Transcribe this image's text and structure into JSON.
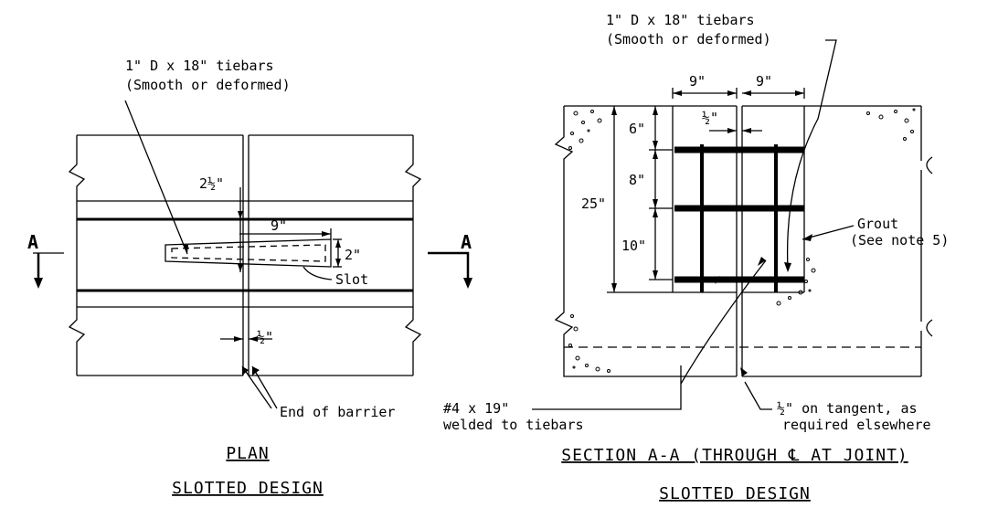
{
  "plan": {
    "callout_tiebars_line1": "1\" D x 18\" tiebars",
    "callout_tiebars_line2": "(Smooth or deformed)",
    "dim_2_half": "2½\"",
    "dim_9": "9\"",
    "dim_2": "2\"",
    "dim_half": "½\"",
    "slot_label": "Slot",
    "end_label": "End of barrier",
    "section_mark": "A",
    "title": "PLAN",
    "subtitle": "SLOTTED DESIGN"
  },
  "section": {
    "callout_tiebars_line1": "1\" D x 18\" tiebars",
    "callout_tiebars_line2": "(Smooth or deformed)",
    "dim_9_left": "9\"",
    "dim_9_right": "9\"",
    "dim_half": "½\"",
    "dim_6": "6\"",
    "dim_8": "8\"",
    "dim_25": "25\"",
    "dim_10": "10\"",
    "grout_line1": "Grout",
    "grout_line2": "(See note 5)",
    "bar_line1": "#4 x 19\"",
    "bar_line2": "welded to tiebars",
    "tangent_line1": "½\" on tangent, as",
    "tangent_line2": "required elsewhere",
    "title": "SECTION A-A (THROUGH ℄ AT JOINT)",
    "subtitle": "SLOTTED DESIGN"
  }
}
